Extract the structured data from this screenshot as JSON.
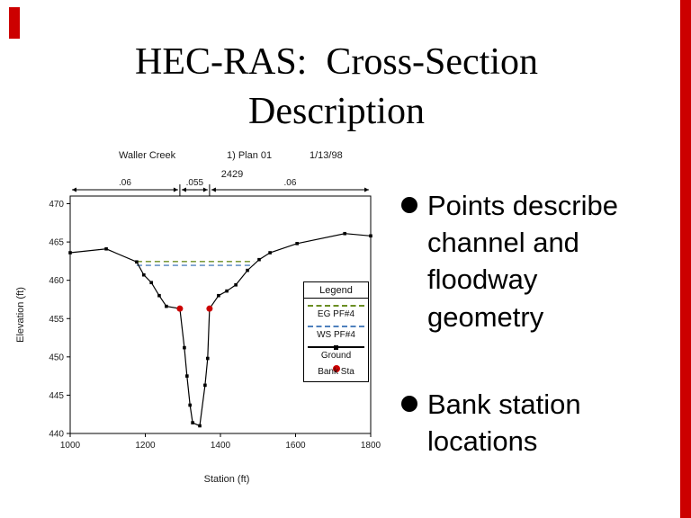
{
  "slide": {
    "title_line1": "HEC-RAS:  Cross-Section",
    "title_line2": "Description",
    "accent_color": "#cc0000",
    "bullets": [
      "Points describe channel and floodway geometry",
      "Bank station locations"
    ]
  },
  "chart_data": {
    "type": "line",
    "header": {
      "river": "Waller Creek",
      "plan": "1) Plan 01",
      "date": "1/13/98",
      "river_station": "2429"
    },
    "xlabel": "Station (ft)",
    "ylabel": "Elevation (ft)",
    "xlim": [
      1000,
      1800
    ],
    "ylim": [
      440,
      471
    ],
    "x_ticks": [
      1000,
      1200,
      1400,
      1600,
      1800
    ],
    "y_ticks": [
      440,
      445,
      450,
      455,
      460,
      465,
      470
    ],
    "manning_regions": [
      {
        "label": ".06",
        "from": 1000,
        "to": 1292
      },
      {
        "label": ".055",
        "from": 1292,
        "to": 1371
      },
      {
        "label": ".06",
        "from": 1371,
        "to": 1800
      }
    ],
    "ground": {
      "name": "Ground",
      "color": "#000000",
      "points": [
        [
          1000,
          463.6
        ],
        [
          1096,
          464.1
        ],
        [
          1177,
          462.4
        ],
        [
          1196,
          460.7
        ],
        [
          1216,
          459.7
        ],
        [
          1237,
          458.0
        ],
        [
          1256,
          456.6
        ],
        [
          1292,
          456.3
        ],
        [
          1304,
          451.2
        ],
        [
          1311,
          447.5
        ],
        [
          1319,
          443.7
        ],
        [
          1326,
          441.4
        ],
        [
          1345,
          441.0
        ],
        [
          1359,
          446.3
        ],
        [
          1366,
          449.8
        ],
        [
          1371,
          456.3
        ],
        [
          1395,
          458.0
        ],
        [
          1417,
          458.6
        ],
        [
          1441,
          459.4
        ],
        [
          1472,
          461.3
        ],
        [
          1503,
          462.7
        ],
        [
          1532,
          463.6
        ],
        [
          1604,
          464.8
        ],
        [
          1731,
          466.1
        ],
        [
          1800,
          465.8
        ]
      ]
    },
    "eg_line": {
      "name": "EG PF#4",
      "color": "#6b8e23",
      "elevation": 462.45,
      "from": 1177,
      "to": 1489
    },
    "ws_line": {
      "name": "WS PF#4",
      "color": "#4f81bd",
      "elevation": 461.95,
      "from": 1177,
      "to": 1489
    },
    "bank_stations": {
      "name": "Bank Sta",
      "color": "#cc0000",
      "points": [
        [
          1292,
          456.3
        ],
        [
          1371,
          456.3
        ]
      ]
    },
    "legend": {
      "title": "Legend",
      "entries": [
        "EG PF#4",
        "WS PF#4",
        "Ground",
        "Bank Sta"
      ]
    }
  }
}
